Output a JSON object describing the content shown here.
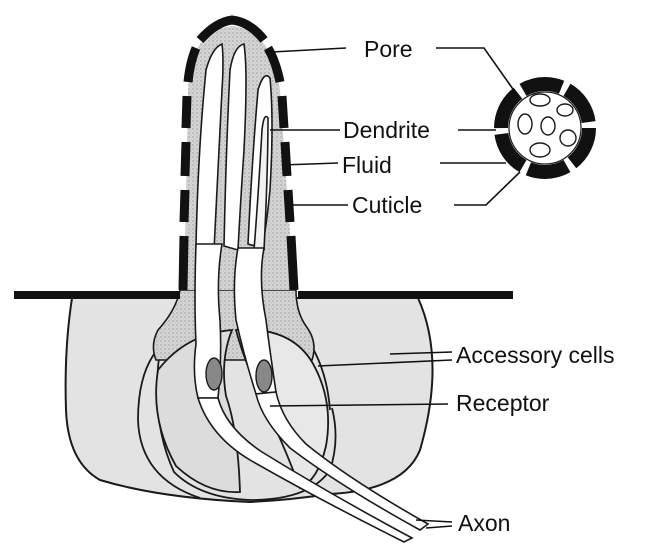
{
  "labels": {
    "pore": "Pore",
    "dendrite": "Dendrite",
    "fluid": "Fluid",
    "cuticle": "Cuticle",
    "accessory_cells": "Accessory cells",
    "receptor": "Receptor",
    "axon": "Axon"
  },
  "colors": {
    "ink": "#111111",
    "cell_fill": "#e2e2e2",
    "fluid_fill": "#cfcfcf",
    "dendrite_fill": "#ffffff",
    "nucleus_fill": "#888888"
  }
}
